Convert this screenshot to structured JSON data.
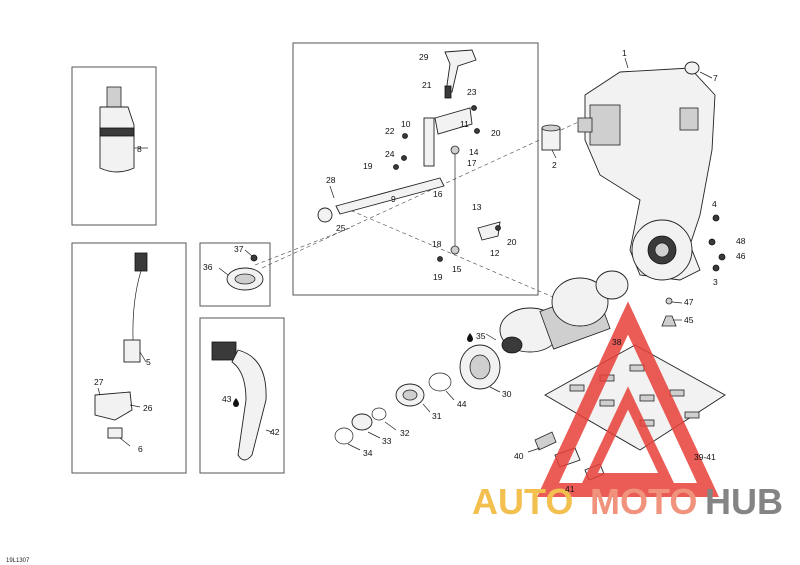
{
  "diagram_code": "19L1307",
  "callouts": {
    "c1": "1",
    "c2": "2",
    "c3": "3",
    "c4": "4",
    "c5": "5",
    "c6": "6",
    "c7": "7",
    "c8": "8",
    "c9": "9",
    "c10": "10",
    "c11": "11",
    "c12": "12",
    "c13": "13",
    "c14": "14",
    "c15": "15",
    "c16": "16",
    "c17": "17",
    "c18": "18",
    "c19a": "19",
    "c19b": "19",
    "c20a": "20",
    "c20b": "20",
    "c21": "21",
    "c22": "22",
    "c23": "23",
    "c24": "24",
    "c25": "25",
    "c26": "26",
    "c27": "27",
    "c28": "28",
    "c29": "29",
    "c30": "30",
    "c31": "31",
    "c32": "32",
    "c33": "33",
    "c34": "34",
    "c35": "35",
    "c36": "36",
    "c37": "37",
    "c38": "38",
    "c3941": "39-41",
    "c40": "40",
    "c41": "41",
    "c42": "42",
    "c43": "43",
    "c44": "44",
    "c45": "45",
    "c46": "46",
    "c47": "47",
    "c48": "48"
  },
  "watermark": {
    "auto": "AUTO",
    "moto": "MOTO",
    "hub": "HUB",
    "colors": {
      "auto": "#f2b431",
      "moto": "#ee7f66",
      "hub": "#6f6f6f",
      "triangle": "#e8403a"
    }
  }
}
